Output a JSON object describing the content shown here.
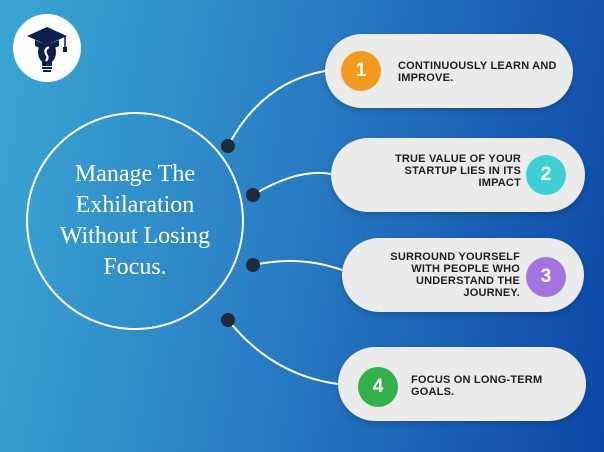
{
  "title": "Manage The Exhilaration Without Losing Focus.",
  "logo": {
    "icon": "graduation-cap-lightbulb-icon"
  },
  "colors": {
    "background_start": "#3aa6d3",
    "background_end": "#0d47a8",
    "pill": "#ebebeb",
    "connector_dot": "#1f2b3a"
  },
  "items": [
    {
      "number": "1",
      "text": "Continuously learn and improve.",
      "color": "#f39a1e"
    },
    {
      "number": "2",
      "text": "True value of your startup lies in its impact",
      "color": "#3fd0d6"
    },
    {
      "number": "3",
      "text": "Surround yourself with people who understand the journey.",
      "color": "#a374df"
    },
    {
      "number": "4",
      "text": "Focus on long-term goals.",
      "color": "#33b04a"
    }
  ]
}
